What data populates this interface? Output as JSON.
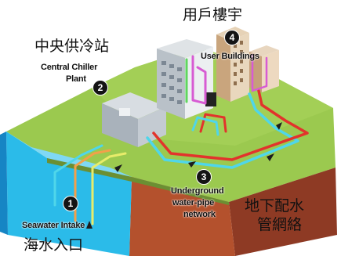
{
  "labels": {
    "user_buildings_zh": "用戶樓宇",
    "user_buildings_en": "User Buildings",
    "chiller_zh": "中央供冷站",
    "chiller_en_line1": "Central Chiller",
    "chiller_en_line2": "Plant",
    "network_en_line1": "Underground",
    "network_en_line2": "water-pipe",
    "network_en_line3": "network",
    "network_zh_line1": "地下配水",
    "network_zh_line2": "管網絡",
    "seawater_en": "Seawater Intake",
    "seawater_zh": "海水入口"
  },
  "badges": {
    "seawater": "1",
    "chiller": "2",
    "network": "3",
    "buildings": "4"
  },
  "colors": {
    "grass": "#8cc04a",
    "grass_top": "#a7d35a",
    "soil_front": "#b5522e",
    "soil_side": "#8f3a24",
    "sea": "#27b8e8",
    "sea_dark": "#1685c4",
    "pipe_red": "#e2332c",
    "pipe_cyan": "#4fd6ea",
    "pipe_orange": "#f3a04a",
    "pipe_yellow": "#e8ec6a",
    "pipe_magenta": "#d75bd3",
    "badge": "#141414"
  },
  "icons": [
    "arrow-icon"
  ]
}
